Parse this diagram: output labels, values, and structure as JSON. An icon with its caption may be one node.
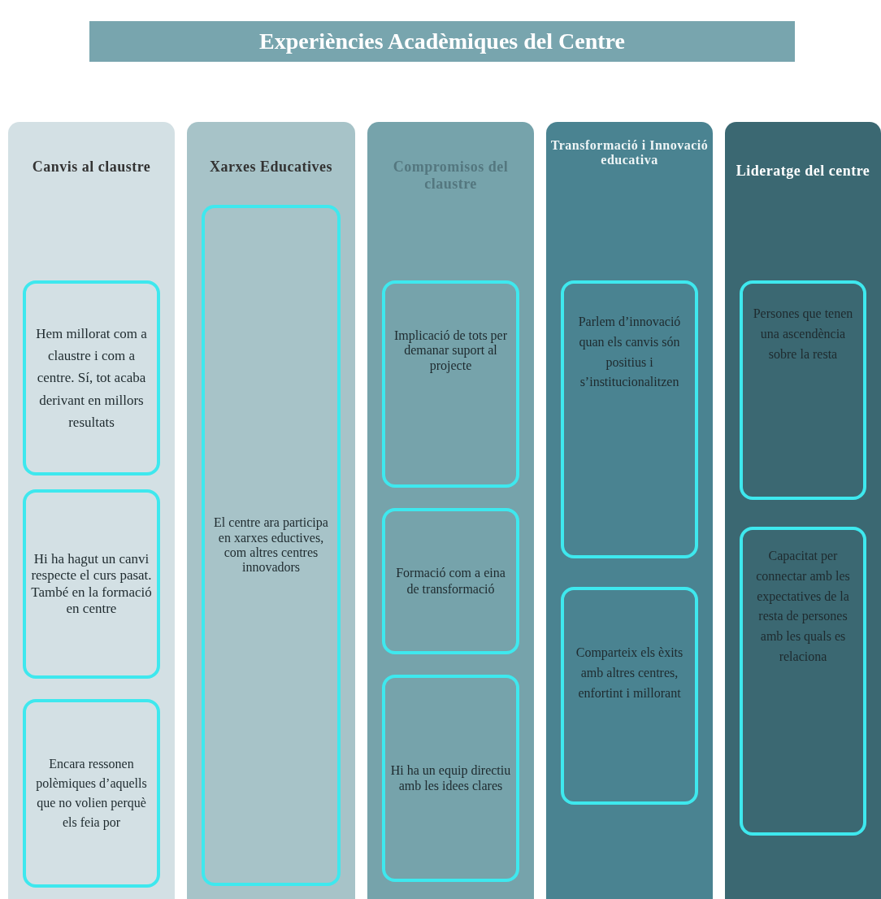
{
  "diagram": {
    "title": "Experiències Acadèmiques del Centre",
    "nodes": [
      {
        "text": [
          "Canvis al claustre"
        ]
      },
      {
        "text": [
          "Hem millorat com a claustre i com a centre. Sí, tot acaba derivant en millors resultats"
        ],
        "in": 0
      },
      {
        "text": [
          "Hi ha hagut un canvi respecte el curs pasat. També en la formació en centre"
        ],
        "in": 0
      },
      {
        "text": [
          "Encara ressonen polèmiques d’aquells que no volien perquè els feia por"
        ],
        "in": 0
      },
      {
        "text": [
          "Xarxes Educatives"
        ]
      },
      {
        "text": [
          "El centre ara participa en xarxes eductives, com altres centres innovadors"
        ],
        "in": 4
      },
      {
        "text": [
          "Compromisos del claustre"
        ]
      },
      {
        "text": [
          "Implicació de tots per demanar suport al projecte"
        ],
        "in": 6
      },
      {
        "text": [
          "Formació com a eina de transformació"
        ],
        "in": 6
      },
      {
        "text": [
          "Hi ha un equip directiu amb les idees clares"
        ],
        "in": 6
      },
      {
        "text": [
          "Transformació i Innovació educativa"
        ]
      },
      {
        "text": [
          "Parlem d’innovació quan els canvis són positius i s’institucionalitzen"
        ],
        "in": 10
      },
      {
        "text": [
          "Comparteix els èxits amb altres centres, enfortint i millorant"
        ],
        "in": 10
      },
      {
        "text": [
          "Lideratge del centre"
        ]
      },
      {
        "text": [
          "Persones que tenen una ascendència sobre la resta"
        ],
        "in": 13
      },
      {
        "text": [
          "Capacitat per connectar amb les expectatives de la resta de persones amb les quals es relaciona"
        ],
        "in": 13
      }
    ]
  }
}
